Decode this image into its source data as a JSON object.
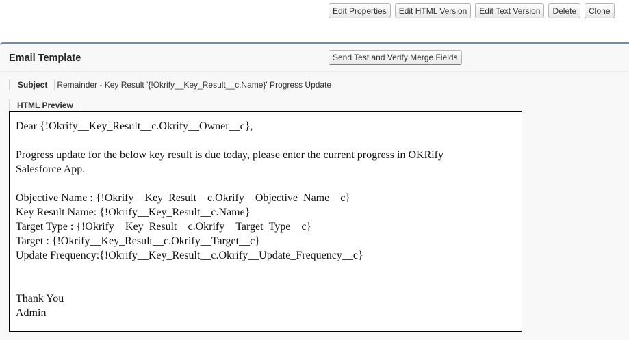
{
  "toolbar": {
    "buttons": [
      {
        "label": "Edit Properties"
      },
      {
        "label": "Edit HTML Version"
      },
      {
        "label": "Edit Text Version"
      },
      {
        "label": "Delete"
      },
      {
        "label": "Clone"
      }
    ]
  },
  "panel": {
    "title": "Email Template",
    "send_test_label": "Send Test and Verify Merge Fields",
    "subject_label": "Subject",
    "subject_value": "Remainder - Key Result '{!Okrify__Key_Result__c.Name}' Progress Update",
    "preview_tab_label": "HTML Preview"
  },
  "email_body": {
    "greeting": "Dear {!Okrify__Key_Result__c.Okrify__Owner__c},",
    "intro_line1": "Progress update for the below key result is due today, please enter the current progress in OKRify",
    "intro_line2": "Salesforce App.",
    "fields": [
      "Objective Name : {!Okrify__Key_Result__c.Okrify__Objective_Name__c}",
      "Key Result Name: {!Okrify__Key_Result__c.Name}",
      "Target Type : {!Okrify__Key_Result__c.Okrify__Target_Type__c}",
      "Target : {!Okrify__Key_Result__c.Okrify__Target__c}",
      "Update Frequency:{!Okrify__Key_Result__c.Okrify__Update_Frequency__c}"
    ],
    "closing": "Thank You",
    "signature": "Admin"
  },
  "colors": {
    "panel_border": "#7b8aa0",
    "panel_bg": "#f8f8f8"
  }
}
